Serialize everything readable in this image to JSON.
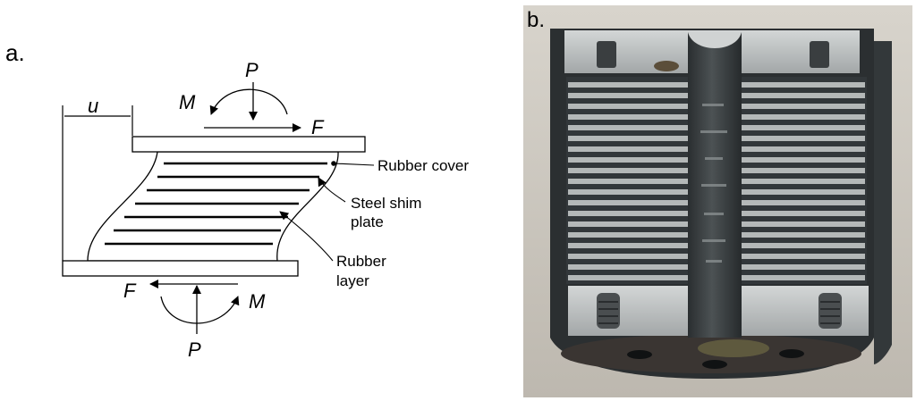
{
  "panel_a": {
    "letter": "a.",
    "load_top": {
      "axial": "P",
      "moment": "M",
      "shear": "F"
    },
    "load_bottom": {
      "axial": "P",
      "moment": "M",
      "shear": "F"
    },
    "displacement": "u",
    "labels": {
      "rubber_cover": "Rubber cover",
      "steel_shim_line1": "Steel shim",
      "steel_shim_line2": "plate",
      "rubber_layer_line1": "Rubber",
      "rubber_layer_line2": "layer"
    }
  },
  "panel_b": {
    "letter": "b."
  },
  "colors": {
    "ink": "#000000",
    "photo_background": "#cbc6bd",
    "rubber": "#2b2f31",
    "steel": "#b9bcbc",
    "lead_core": "#3b3f40"
  }
}
